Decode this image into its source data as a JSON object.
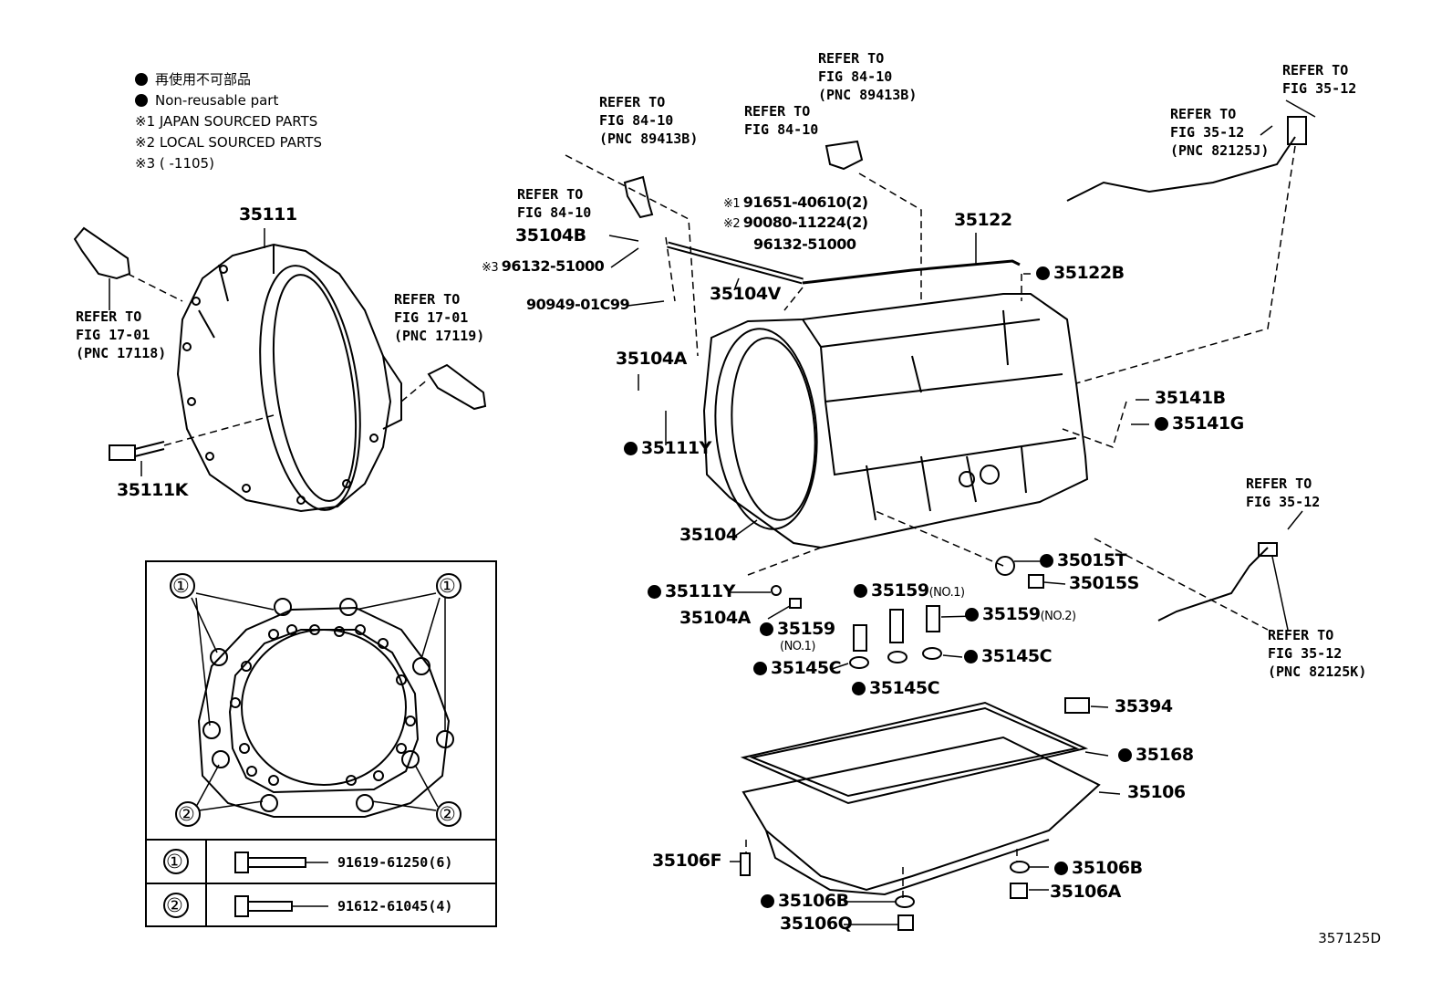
{
  "legend": {
    "jp_nonreusable": "再使用不可部品",
    "en_nonreusable": "Non-reusable part",
    "note1": "※1  JAPAN SOURCED PARTS",
    "note2": "※2  LOCAL SOURCED PARTS",
    "note3": "※3  (      -1105)"
  },
  "refs": {
    "r1": "REFER TO\nFIG 84-10\n(PNC 89413B)",
    "r2": "REFER TO\nFIG 84-10\n(PNC 89413B)",
    "r3": "REFER TO\nFIG 84-10",
    "r4": "REFER TO\nFIG 84-10",
    "r5": "REFER TO\nFIG 35-12",
    "r6": "REFER TO\nFIG 35-12\n(PNC 82125J)",
    "r7": "REFER TO\nFIG 17-01\n(PNC 17118)",
    "r8": "REFER TO\nFIG 17-01\n(PNC 17119)",
    "r9": "REFER TO\nFIG 35-12",
    "r10": "REFER TO\nFIG 35-12\n(PNC 82125K)"
  },
  "parts": {
    "p35111": "35111",
    "p35111K": "35111K",
    "p35104B": "35104B",
    "p96132_3": "96132-51000",
    "p90949": "90949-01C99",
    "p35104V": "35104V",
    "p91651": "91651-40610(2)",
    "p90080": "90080-11224(2)",
    "p96132": "96132-51000",
    "p35122": "35122",
    "p35122B": "35122B",
    "p35104A_top": "35104A",
    "p35111Y_top": "35111Y",
    "p35104": "35104",
    "p35141B": "35141B",
    "p35141G": "35141G",
    "p35015T": "35015T",
    "p35015S": "35015S",
    "p35111Y_low": "35111Y",
    "p35104A_low": "35104A",
    "p35159_a": "35159",
    "p35159_a_sfx": "(NO.1)",
    "p35159_b": "35159",
    "p35159_b_sfx": "(NO.1)",
    "p35159_c": "35159",
    "p35159_c_sfx": "(NO.2)",
    "p35145C_a": "35145C",
    "p35145C_b": "35145C",
    "p35145C_c": "35145C",
    "p35394": "35394",
    "p35168": "35168",
    "p35106": "35106",
    "p35106F": "35106F",
    "p35106B_a": "35106B",
    "p35106B_b": "35106B",
    "p35106A": "35106A",
    "p35106Q": "35106Q"
  },
  "table": {
    "marker1": "①",
    "marker2": "②",
    "bolt1": "91619-61250(6)",
    "bolt2": "91612-61045(4)"
  },
  "catalog_number": "357125D"
}
